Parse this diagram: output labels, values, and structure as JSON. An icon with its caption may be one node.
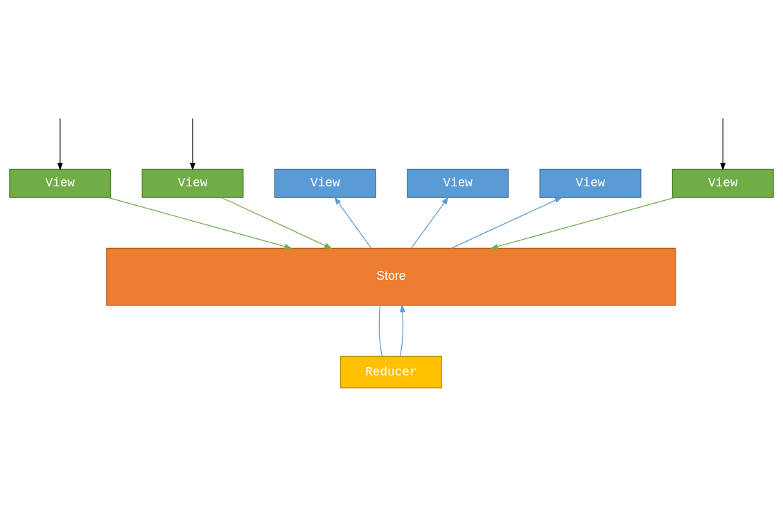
{
  "diagram": {
    "nodes": [
      {
        "text": [
          "View"
        ]
      },
      {
        "text": [
          "View"
        ]
      },
      {
        "text": [
          "View"
        ]
      },
      {
        "text": [
          "View"
        ]
      },
      {
        "text": [
          "View"
        ]
      },
      {
        "text": [
          "View"
        ]
      },
      {
        "text": [
          "Store"
        ]
      },
      {
        "text": [
          "Reducer"
        ]
      }
    ],
    "edges": [
      {
        "from": null,
        "to": 0,
        "arrow": "to",
        "color": "#000000"
      },
      {
        "from": null,
        "to": 2,
        "arrow": "to",
        "color": "#000000"
      },
      {
        "from": null,
        "to": 4,
        "arrow": "to",
        "color": "#000000"
      },
      {
        "from": 0,
        "to": 6,
        "arrow": "to",
        "color": "#70ad47"
      },
      {
        "from": 6,
        "to": 1,
        "arrow": "to"
      },
      {
        "from": 2,
        "to": 6,
        "arrow": "to",
        "color": "#70ad47"
      },
      {
        "from": 6,
        "to": 3,
        "arrow": "to"
      },
      {
        "from": 4,
        "to": 6,
        "arrow": "to",
        "color": "#70ad47"
      },
      {
        "from": 6,
        "to": 5,
        "arrow": "to"
      },
      {
        "from": 6,
        "to": 7,
        "arrow": "none"
      },
      {
        "from": 7,
        "to": 6,
        "arrow": "to"
      }
    ]
  }
}
